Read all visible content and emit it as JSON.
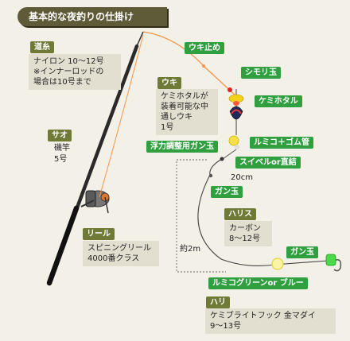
{
  "title": "基本的な夜釣りの仕掛け",
  "michi_ito": {
    "label": "道糸",
    "lines": [
      "ナイロン 10〜12号",
      "※インナーロッドの",
      "場合は10号まで"
    ]
  },
  "sao": {
    "label": "サオ",
    "lines": [
      "磯竿",
      "5号"
    ]
  },
  "reel": {
    "label": "リール",
    "lines": [
      "スピニングリール",
      "4000番クラス"
    ]
  },
  "uki_dome": {
    "label": "ウキ止め"
  },
  "shimori_dama": {
    "label": "シモリ玉"
  },
  "uki": {
    "label": "ウキ",
    "lines": [
      "ケミホタルが",
      "装着可能な中",
      "通しウキ",
      "1号"
    ]
  },
  "kemi_hotaru": {
    "label": "ケミホタル"
  },
  "furyoku_gandama": {
    "label": "浮力調整用ガン玉"
  },
  "rumiko_gomukan": {
    "label": "ルミコ＋ゴム管"
  },
  "swivel": {
    "label": "スイベルor直結"
  },
  "dist_20cm": "20cm",
  "gandama_upper": {
    "label": "ガン玉"
  },
  "harisu": {
    "label": "ハリス",
    "lines": [
      "カーボン",
      "8〜12号"
    ]
  },
  "dist_2m": "約2m",
  "gandama_lower": {
    "label": "ガン玉"
  },
  "rumiko_green": {
    "label": "ルミコグリーンor ブルー"
  },
  "hari": {
    "label": "ハリ",
    "lines": [
      "ケミブライトフック 金マダイ",
      "9〜13号"
    ]
  },
  "colors": {
    "title_bg": "#5f5a37",
    "label_olive": "#6e7a36",
    "label_green": "#2f9f3f",
    "desc_bg": "#e3dfd0",
    "line_orange": "#f4954a",
    "rod": "#2a2a2a"
  }
}
